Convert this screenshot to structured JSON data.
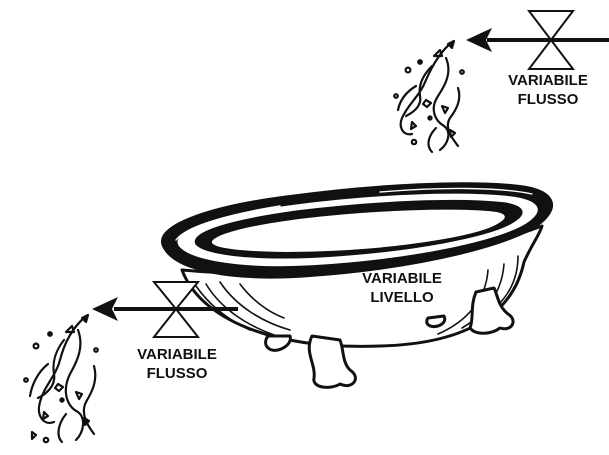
{
  "colors": {
    "ink": "#111111",
    "background": "#ffffff"
  },
  "diagram": {
    "inflow": {
      "line1": "VARIABILE",
      "line2": "FLUSSO",
      "valve_icon": "valve-icon",
      "arrow_icon": "arrow-left-icon",
      "source_icon": "falling-water-icon"
    },
    "stock": {
      "line1": "VARIABILE",
      "line2": "LIVELLO",
      "icon": "bathtub-icon"
    },
    "outflow": {
      "line1": "VARIABILE",
      "line2": "FLUSSO",
      "valve_icon": "valve-icon",
      "arrow_icon": "arrow-left-icon",
      "drain_icon": "falling-water-icon"
    }
  }
}
